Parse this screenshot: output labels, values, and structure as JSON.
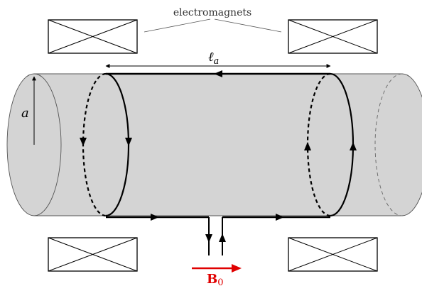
{
  "labels": {
    "electromagnets": "electromagnets",
    "length_symbol": "ℓ",
    "length_subscript": "a",
    "radius_symbol": "a",
    "field_symbol": "B",
    "field_subscript": "0"
  },
  "colors": {
    "cylinder_fill": "#d4d4d4",
    "line": "#000000",
    "field_arrow": "#e00000"
  }
}
